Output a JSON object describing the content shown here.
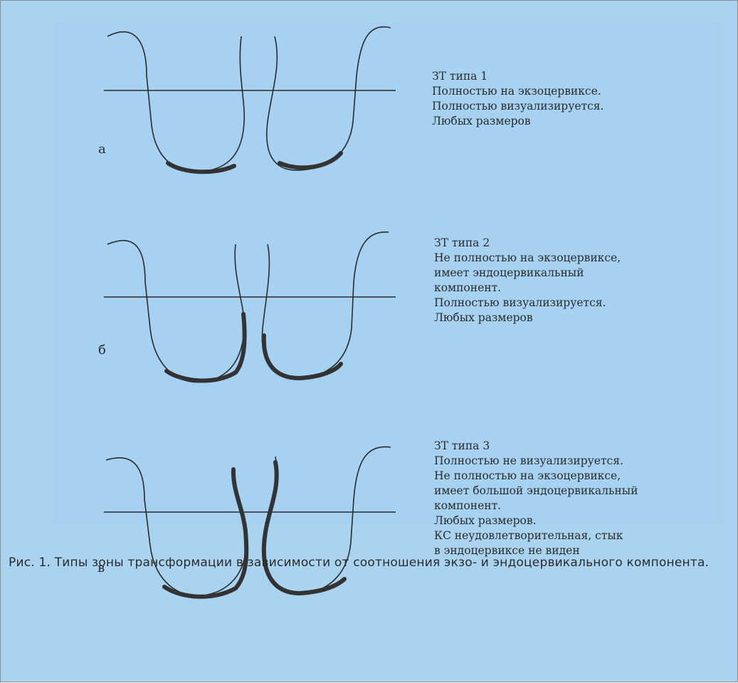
{
  "panels": [
    {
      "label": "а",
      "lines": [
        "ЗТ типа 1",
        "Полностью на экзоцервиксе.",
        "Полностью визуализируется.",
        "Любых размеров"
      ]
    },
    {
      "label": "б",
      "lines": [
        "ЗТ типа 2",
        "Не полностью на экзоцервиксе,",
        "имеет эндоцервикальный",
        "компонент.",
        "Полностью визуализируется.",
        "Любых размеров"
      ]
    },
    {
      "label": "в",
      "lines": [
        "ЗТ типа 3",
        "Полностью не визуализируется.",
        "Не полностью на экзоцервиксе,",
        "имеет большой эндоцервикальный",
        "компонент.",
        "Любых размеров.",
        "КС неудовлетворительная, стык",
        "в эндоцервиксе не виден"
      ]
    }
  ],
  "caption": "Рис. 1. Типы зоны трансформации в зависимости от соотношения экзо- и эндоцервикального компонента.",
  "colors": {
    "background": "#a9d3ee",
    "panel": "#a6d1f1",
    "ink": "#2b2b2b"
  }
}
